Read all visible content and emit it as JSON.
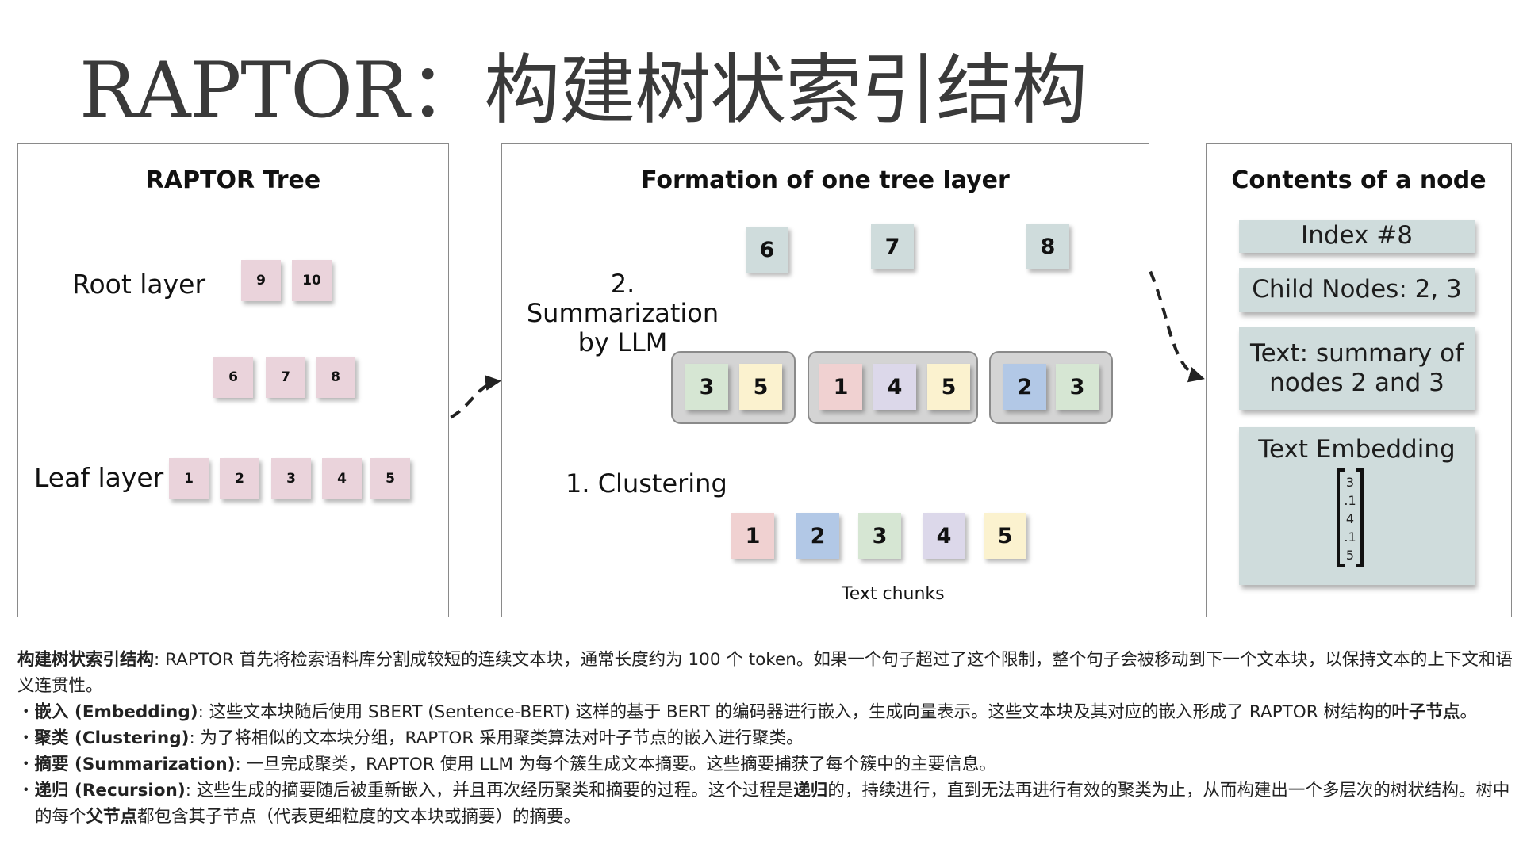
{
  "title": "RAPTOR：构建树状索引结构",
  "panel1": {
    "title": "RAPTOR Tree",
    "root_label": "Root layer",
    "leaf_label": "Leaf layer",
    "root_nodes": [
      "9",
      "10"
    ],
    "mid_nodes": [
      "6",
      "7",
      "8"
    ],
    "leaf_nodes": [
      "1",
      "2",
      "3",
      "4",
      "5"
    ]
  },
  "panel2": {
    "title": "Formation of one tree layer",
    "summarization_label": "2. Summarization\nby LLM",
    "clustering_label": "1. Clustering",
    "top_nodes": [
      "6",
      "7",
      "8"
    ],
    "clusters": [
      [
        {
          "label": "3",
          "color": "#d6e6d3"
        },
        {
          "label": "5",
          "color": "#fbf2cf"
        }
      ],
      [
        {
          "label": "1",
          "color": "#f0d1d1"
        },
        {
          "label": "4",
          "color": "#dcd8ea"
        },
        {
          "label": "5",
          "color": "#fbf2cf"
        }
      ],
      [
        {
          "label": "2",
          "color": "#b2c8e6"
        },
        {
          "label": "3",
          "color": "#d6e6d3"
        }
      ]
    ],
    "chunks": [
      {
        "label": "1",
        "color": "#f0d1d1"
      },
      {
        "label": "2",
        "color": "#b2c8e6"
      },
      {
        "label": "3",
        "color": "#d6e6d3"
      },
      {
        "label": "4",
        "color": "#dcd8ea"
      },
      {
        "label": "5",
        "color": "#fbf2cf"
      }
    ],
    "chunks_label": "Text chunks"
  },
  "panel3": {
    "title": "Contents of a node",
    "index": "Index #8",
    "children": "Child Nodes: 2, 3",
    "text": "Text:  summary of\nnodes 2 and 3",
    "embedding_label": "Text Embedding",
    "embedding_values": [
      "3",
      ".1",
      "4",
      ".1",
      "5"
    ]
  },
  "description": {
    "intro_bold": "构建树状索引结构",
    "intro_text": ": RAPTOR 首先将检索语料库分割成较短的连续文本块，通常长度约为 100 个 token。如果一个句子超过了这个限制，整个句子会被移动到下一个文本块，以保持文本的上下文和语义连贯性。",
    "b1_bold": "嵌入 (Embedding)",
    "b1_text": ": 这些文本块随后使用 SBERT (Sentence-BERT) 这样的基于 BERT 的编码器进行嵌入，生成向量表示。这些文本块及其对应的嵌入形成了 RAPTOR 树结构的",
    "b1_bold2": "叶子节点",
    "b1_end": "。",
    "b2_bold": "聚类 (Clustering)",
    "b2_text": ": 为了将相似的文本块分组，RAPTOR 采用聚类算法对叶子节点的嵌入进行聚类。",
    "b3_bold": "摘要 (Summarization)",
    "b3_text": ": 一旦完成聚类，RAPTOR 使用 LLM 为每个簇生成文本摘要。这些摘要捕获了每个簇中的主要信息。",
    "b4_bold": "递归 (Recursion)",
    "b4_text": ": 这些生成的摘要随后被重新嵌入，并且再次经历聚类和摘要的过程。这个过程是",
    "b4_bold2": "递归",
    "b4_text2": "的，持续进行，直到无法再进行有效的聚类为止，从而构建出一个多层次的树状结构。树中的每个",
    "b4_bold3": "父节点",
    "b4_text3": "都包含其子节点（代表更细粒度的文本块或摘要）的摘要。"
  }
}
